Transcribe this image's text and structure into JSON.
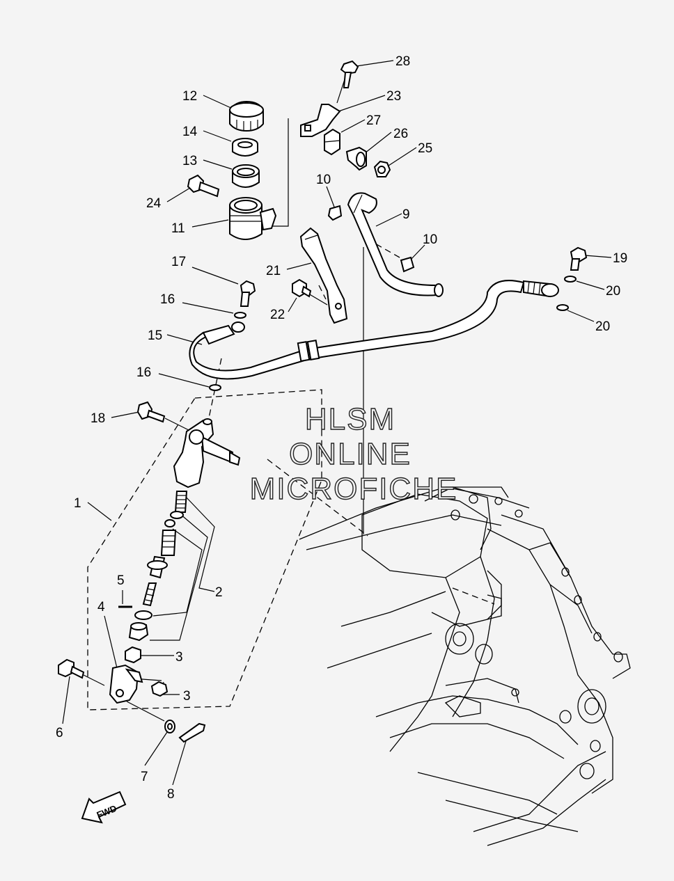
{
  "watermark": {
    "line1": "HLSM",
    "line2": "ONLINE",
    "line3": "MICROFICHE"
  },
  "fwd_label": "FWD",
  "callouts": {
    "c1": "1",
    "c2": "2",
    "c3a": "3",
    "c3b": "3",
    "c4": "4",
    "c5": "5",
    "c6": "6",
    "c7": "7",
    "c8": "8",
    "c9": "9",
    "c10a": "10",
    "c10b": "10",
    "c11": "11",
    "c12": "12",
    "c13": "13",
    "c14": "14",
    "c15": "15",
    "c16a": "16",
    "c16b": "16",
    "c17": "17",
    "c18": "18",
    "c19": "19",
    "c20a": "20",
    "c20b": "20",
    "c21": "21",
    "c22": "22",
    "c23": "23",
    "c24": "24",
    "c25": "25",
    "c26": "26",
    "c27": "27",
    "c28": "28"
  }
}
